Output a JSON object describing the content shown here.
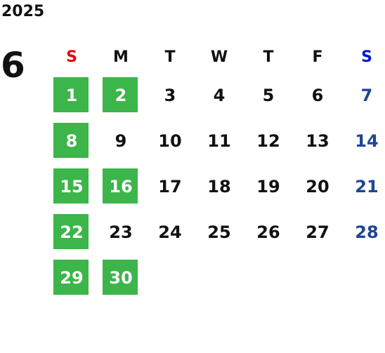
{
  "calendar": {
    "year": "2025",
    "month": "6",
    "colors": {
      "sunday_header": "#e60012",
      "saturday_header": "#0018cc",
      "saturday_dates": "#1f4591",
      "highlight": "#3cb54a"
    },
    "weekdays": [
      "S",
      "M",
      "T",
      "W",
      "T",
      "F",
      "S"
    ],
    "weeks": [
      [
        {
          "d": "1",
          "hl": true
        },
        {
          "d": "2",
          "hl": true
        },
        {
          "d": "3"
        },
        {
          "d": "4"
        },
        {
          "d": "5"
        },
        {
          "d": "6"
        },
        {
          "d": "7"
        }
      ],
      [
        {
          "d": "8",
          "hl": true
        },
        {
          "d": "9"
        },
        {
          "d": "10"
        },
        {
          "d": "11"
        },
        {
          "d": "12"
        },
        {
          "d": "13"
        },
        {
          "d": "14"
        }
      ],
      [
        {
          "d": "15",
          "hl": true
        },
        {
          "d": "16",
          "hl": true
        },
        {
          "d": "17"
        },
        {
          "d": "18"
        },
        {
          "d": "19"
        },
        {
          "d": "20"
        },
        {
          "d": "21"
        }
      ],
      [
        {
          "d": "22",
          "hl": true
        },
        {
          "d": "23"
        },
        {
          "d": "24"
        },
        {
          "d": "25"
        },
        {
          "d": "26"
        },
        {
          "d": "27"
        },
        {
          "d": "28"
        }
      ],
      [
        {
          "d": "29",
          "hl": true
        },
        {
          "d": "30",
          "hl": true
        },
        {
          "d": ""
        },
        {
          "d": ""
        },
        {
          "d": ""
        },
        {
          "d": ""
        },
        {
          "d": ""
        }
      ]
    ]
  }
}
